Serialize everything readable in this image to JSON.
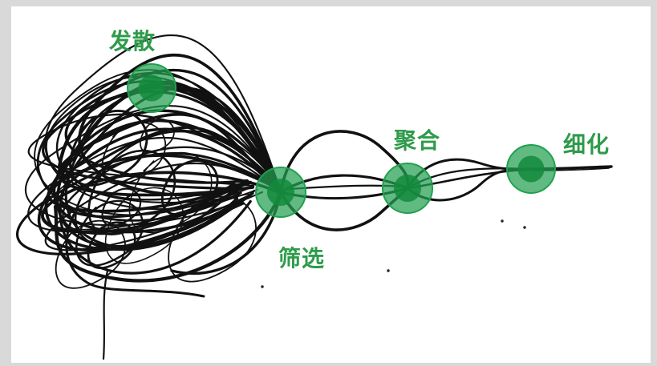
{
  "colors": {
    "accent": "#2e9b4a",
    "node_fill": "#22a050",
    "node_core": "#138a3c",
    "stroke": "#111111"
  },
  "stages": [
    {
      "label": "发散",
      "icon": "stage-node-icon"
    },
    {
      "label": "筛选",
      "icon": "stage-node-icon"
    },
    {
      "label": "聚合",
      "icon": "stage-node-icon"
    },
    {
      "label": "细化",
      "icon": "stage-node-icon"
    }
  ]
}
